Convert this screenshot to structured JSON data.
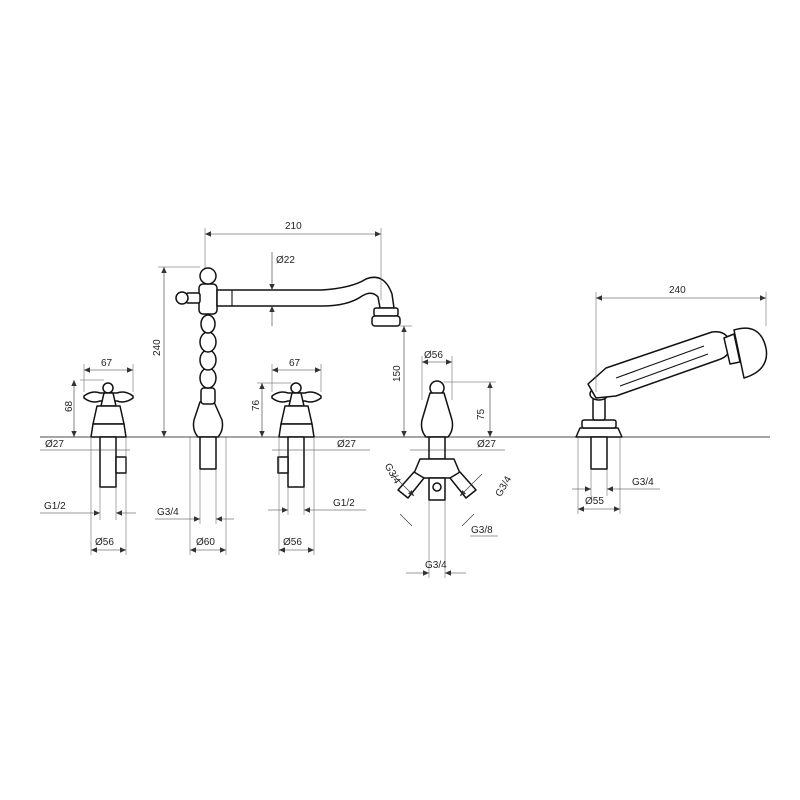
{
  "labels": {
    "spout_reach": "210",
    "spout_pipe_dia": "Ø22",
    "spout_height": "240",
    "spout_outlet_height": "150",
    "spout_base_dia": "Ø60",
    "spout_thread": "G3/4",
    "left_valve_width": "67",
    "left_valve_height": "68",
    "left_valve_shank_dia": "Ø27",
    "left_valve_thread": "G1/2",
    "left_valve_base_dia": "Ø56",
    "mid_valve_width": "67",
    "mid_valve_height": "76",
    "mid_valve_shank_dia": "Ø27",
    "mid_valve_thread": "G1/2",
    "mid_valve_base_dia": "Ø56",
    "diverter_width": "Ø56",
    "diverter_height": "75",
    "diverter_shank_dia": "Ø27",
    "diverter_inlet_left": "G3/4",
    "diverter_inlet_right": "G3/4",
    "diverter_outlet_side": "G3/8",
    "diverter_outlet_bottom": "G3/4",
    "shower_reach": "240",
    "shower_base_dia": "Ø55",
    "shower_thread": "G3/4"
  },
  "colors": {
    "line": "#111111",
    "dimension": "#333333",
    "background": "#ffffff"
  }
}
